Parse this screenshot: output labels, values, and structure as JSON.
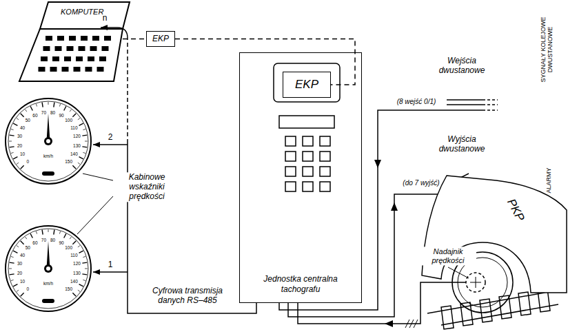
{
  "diagram": {
    "nodes": [
      {
        "text": [
          "KOMPUTER"
        ]
      },
      {
        "text": [
          "EKP"
        ]
      },
      {
        "text": [
          "Jednostka centralna tachografu"
        ]
      },
      {
        "text": [
          "EKP"
        ],
        "in": 2
      }
    ],
    "edges": [
      {
        "from": 0,
        "to": 1,
        "arrow": "none"
      },
      {
        "from": 1,
        "to": 3,
        "arrow": "none"
      }
    ],
    "labels": [
      "n",
      "2",
      "1",
      "Kabinowe wskaźniki prędkości",
      "Cyfrowa transmisja danych RS–485",
      "Wejścia dwustanowe",
      "(8 wejść 0/1)",
      "SYGNAŁY KOLEJOWE DWUSTANOWE",
      "Wyjścia dwustanowe",
      "(do 7 wyjść)",
      "ALARMY",
      "Nadajnik prędkości",
      "PKP",
      "0",
      "10",
      "20",
      "30",
      "40",
      "50",
      "60",
      "70",
      "80",
      "90",
      "100",
      "110",
      "120",
      "130",
      "140",
      "150",
      "km/h",
      "0",
      "10",
      "20",
      "30",
      "40",
      "50",
      "60",
      "70",
      "80",
      "90",
      "100",
      "110",
      "120",
      "130",
      "140",
      "150",
      "km/h"
    ]
  }
}
